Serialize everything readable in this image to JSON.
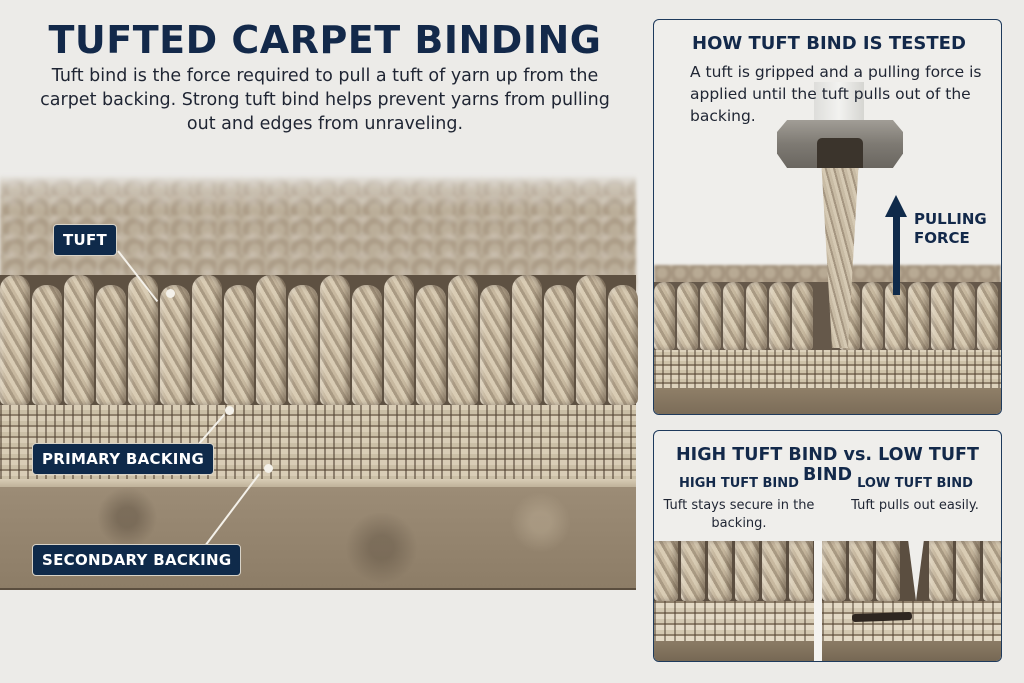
{
  "header": {
    "title": "TUFTED CARPET BINDING",
    "description": "Tuft bind is the force required to pull a tuft of yarn up from the carpet backing. Strong tuft bind helps prevent yarns from pulling out and edges from unraveling."
  },
  "diagram": {
    "labels": {
      "tuft": "TUFT",
      "primary_backing": "PRIMARY BACKING",
      "secondary_backing": "SECONDARY BACKING"
    }
  },
  "test_panel": {
    "title": "HOW TUFT BIND IS TESTED",
    "description": "A tuft is gripped and a pulling force is applied until the tuft pulls out of the backing.",
    "force_label_line1": "PULLING",
    "force_label_line2": "FORCE",
    "icons": [
      "clamp-icon",
      "arrow-up-icon"
    ]
  },
  "compare_panel": {
    "title": "HIGH TUFT BIND  vs. LOW TUFT BIND",
    "high": {
      "heading": "HIGH TUFT BIND",
      "description": "Tuft stays secure in the backing."
    },
    "low": {
      "heading": "LOW TUFT BIND",
      "description": "Tuft pulls out easily."
    }
  },
  "colors": {
    "navy": "#0f2a4a",
    "background": "#ecebe8",
    "carpet_tan": "#c4b49a",
    "backing_dark": "#8d7d67"
  }
}
